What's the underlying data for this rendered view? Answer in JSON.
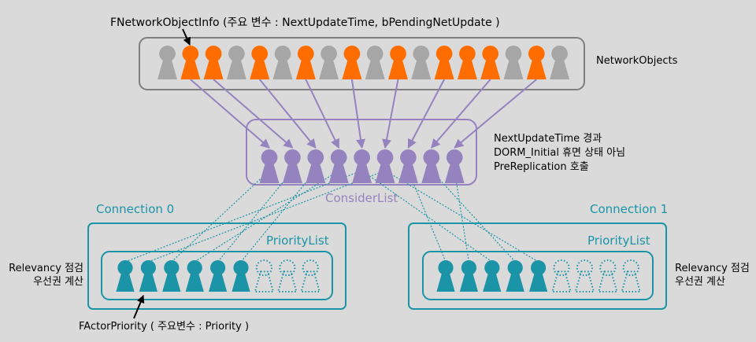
{
  "labels": {
    "network_object_info": "FNetworkObjectInfo (주요 변수 : NextUpdateTime, bPendingNetUpdate )",
    "network_objects": "NetworkObjects",
    "consider_conditions": [
      "NextUpdateTime 경과",
      "DORM_Initial 휴면 상태 아님",
      "PreReplication 호출"
    ],
    "consider_list": "ConsiderList",
    "connection0": "Connection 0",
    "connection1": "Connection 1",
    "priority_list_0": "PriorityList",
    "priority_list_1": "PriorityList",
    "relevancy_left": [
      "Relevancy 점검",
      "우선권 계산"
    ],
    "relevancy_right": [
      "Relevancy 점검",
      "우선권 계산"
    ],
    "actor_priority": "FActorPriority ( 주요변수 : Priority )"
  },
  "colors": {
    "background": "#dadada",
    "inactive": "#a6a6a6",
    "selected": "#ff6d00",
    "consider": "#9583bf",
    "priority": "#1a94a6",
    "box_gray": "#7f7f7f"
  },
  "network_objects": [
    "g",
    "o",
    "o",
    "g",
    "o",
    "g",
    "o",
    "g",
    "o",
    "g",
    "o",
    "g",
    "o",
    "o",
    "o",
    "g",
    "o",
    "g"
  ],
  "consider_count": 9,
  "consider_sources": [
    1,
    2,
    4,
    6,
    8,
    10,
    12,
    14,
    16
  ],
  "connection0_priority": [
    "solid",
    "solid",
    "solid",
    "solid",
    "solid",
    "solid",
    "empty",
    "empty",
    "empty"
  ],
  "connection1_priority": [
    "solid",
    "solid",
    "solid",
    "solid",
    "solid",
    "empty",
    "empty",
    "empty",
    "empty"
  ],
  "connection0_links": [
    4,
    5,
    0,
    3,
    1,
    2
  ],
  "connection1_links": [
    6,
    8,
    4,
    7,
    5
  ]
}
